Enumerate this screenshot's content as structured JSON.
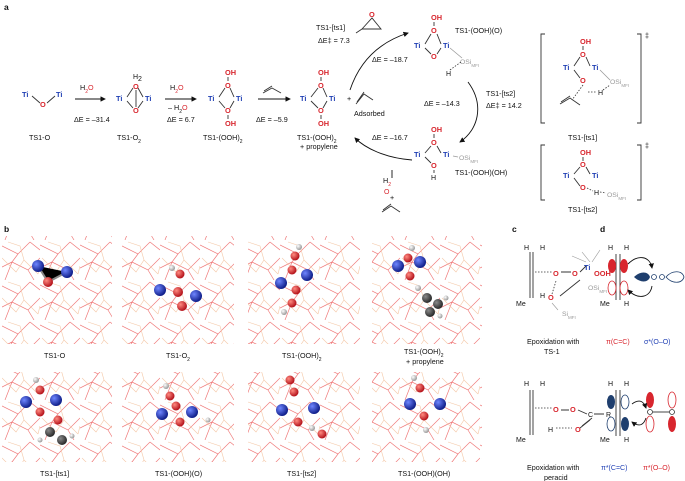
{
  "panel_labels": {
    "a": "a",
    "b": "b",
    "c": "c",
    "d": "d"
  },
  "panel_a": {
    "species": {
      "ts1_o": "TS1-O",
      "ts1_o2": "TS1-O",
      "ts1_o2_sub": "2",
      "ts1_ooh2": "TS1-(OOH)",
      "ts1_ooh2_sub": "2",
      "ts1_ooh2_prop_1": "TS1-(OOH)",
      "ts1_ooh2_prop_sub": "2",
      "ts1_ooh2_prop_2": "+ propylene",
      "ts1_oohO": "TS1-(OOH)(O)",
      "ts1_oohOH": "TS1-(OOH)(OH)",
      "ts1_ts1": "TS1-[ts1]",
      "ts1_ts2": "TS1-[ts2]",
      "adsorbed": "Adsorbed"
    },
    "reagents": {
      "h2o2_1": "H",
      "h2o2_2": "H",
      "h2o2_3": "H",
      "minus_h2o": "– H",
      "sub2": "2",
      "o2": "O",
      "o": "O",
      "plus": "+"
    },
    "energies": {
      "e1": "ΔE = –31.4",
      "e2": "ΔE = 6.7",
      "e3": "ΔE = –5.9",
      "ts1_label": "TS1-[ts1]",
      "ts1_barrier": "ΔE‡ = 7.3",
      "e4": "ΔE = –18.7",
      "ts2_label": "TS1-[ts2]",
      "ts2_barrier": "ΔE‡ = 14.2",
      "e5": "ΔE = –14.3",
      "e6": "ΔE = –16.7"
    },
    "atoms": {
      "ti": "Ti",
      "o": "O",
      "h": "H",
      "oh": "OH",
      "si": "OSi",
      "si_sub": "MFI",
      "si_only": "Si",
      "dagger": "‡"
    }
  },
  "panel_b": {
    "row1": [
      "TS1-O",
      "TS1-O",
      "TS1-(OOH)",
      "TS1-(OOH)"
    ],
    "row1_subs": [
      "",
      "2",
      "2",
      "2"
    ],
    "row1_extra": [
      "",
      "",
      "",
      "+ propylene"
    ],
    "row2": [
      "TS1-[ts1]",
      "TS1-(OOH)(O)",
      "TS1-[ts2]",
      "TS1-(OOH)(OH)"
    ]
  },
  "panel_c": {
    "caption_top_1": "Epoxidation with",
    "caption_top_2": "TS-1",
    "caption_bottom_1": "Epoxidation with",
    "caption_bottom_2": "peracid",
    "me": "Me",
    "h": "H",
    "r": "R",
    "c": "C",
    "ooh": "OOH"
  },
  "panel_d": {
    "pi_cc": "π(C=C)",
    "sigma_oo": "σ*(O–O)",
    "pi_star_cc": "π*(C=C)",
    "pi_star_oo": "π*(O–O)"
  },
  "colors": {
    "ti": "#1f3fb4",
    "oxygen": "#d8262e",
    "silicon_tail": "#9a9a9a",
    "framework": "#f0a0a0"
  }
}
